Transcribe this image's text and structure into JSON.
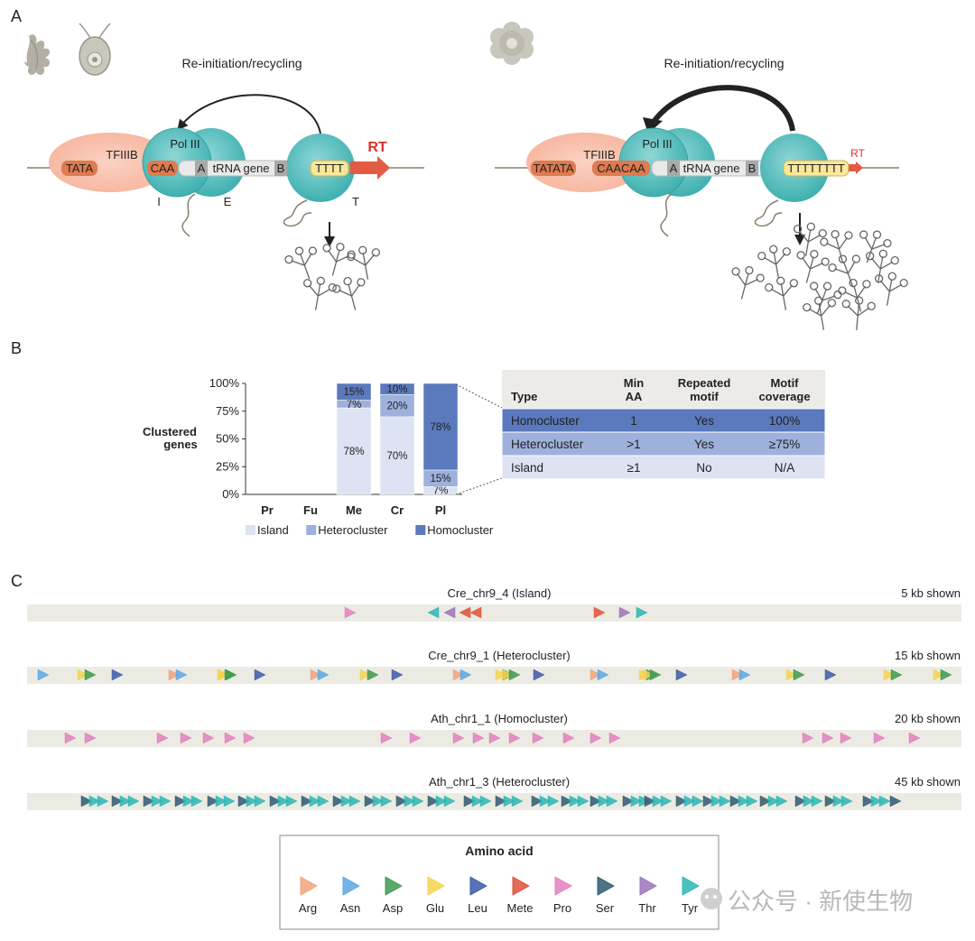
{
  "panels": {
    "a": "A",
    "b": "B",
    "c": "C"
  },
  "panel_a": {
    "left": {
      "recycle_label": "Re-initiation/recycling",
      "tfiiib": "TFIIIB",
      "tata": "TATA",
      "caa": "CAA",
      "pol": "Pol III",
      "box_a": "A",
      "trna_gene": "tRNA gene",
      "box_b": "B",
      "tttt": "TTTT",
      "rt": "RT",
      "label_i": "I",
      "label_e": "E",
      "label_t": "T"
    },
    "right": {
      "recycle_label": "Re-initiation/recycling",
      "tfiiib": "TFIIIB",
      "tata": "TATATA",
      "caa": "CAACAA",
      "pol": "Pol III",
      "box_a": "A",
      "trna_gene": "tRNA gene",
      "box_b": "B",
      "tttt": "TTTTTTTT",
      "rt": "RT"
    }
  },
  "panel_b": {
    "chart_data": {
      "type": "bar",
      "stacked": true,
      "ylabel": "Clustered genes",
      "ylim": [
        0,
        100
      ],
      "yticks": [
        "0%",
        "25%",
        "50%",
        "75%",
        "100%"
      ],
      "categories": [
        "Pr",
        "Fu",
        "Me",
        "Cr",
        "Pl"
      ],
      "series": [
        {
          "name": "Island",
          "color": "#dde3f2",
          "values": [
            0,
            0,
            78,
            70,
            7
          ]
        },
        {
          "name": "Heterocluster",
          "color": "#9db1dc",
          "values": [
            0,
            0,
            7,
            20,
            15
          ]
        },
        {
          "name": "Homocluster",
          "color": "#5b79bd",
          "values": [
            0,
            0,
            15,
            10,
            78
          ]
        }
      ],
      "data_labels": [
        {
          "category": "Me",
          "series": "Homocluster",
          "text": "15%"
        },
        {
          "category": "Me",
          "series": "Heterocluster",
          "text": "7%"
        },
        {
          "category": "Me",
          "series": "Island",
          "text": "78%"
        },
        {
          "category": "Cr",
          "series": "Homocluster",
          "text": "10%"
        },
        {
          "category": "Cr",
          "series": "Heterocluster",
          "text": "20%"
        },
        {
          "category": "Cr",
          "series": "Island",
          "text": "70%"
        },
        {
          "category": "Pl",
          "series": "Homocluster",
          "text": "78%"
        },
        {
          "category": "Pl",
          "series": "Heterocluster",
          "text": "15%"
        },
        {
          "category": "Pl",
          "series": "Island",
          "text": "7%"
        }
      ],
      "legend_position": "bottom"
    },
    "table": {
      "headers": [
        "Type",
        "Min AA",
        "Repeated motif",
        "Motif coverage"
      ],
      "rows": [
        {
          "type": "Homocluster",
          "min_aa": "1",
          "repeated": "Yes",
          "coverage": "100%",
          "color": "#5b79bd"
        },
        {
          "type": "Heterocluster",
          "min_aa": ">1",
          "repeated": "Yes",
          "coverage": "≥75%",
          "color": "#9db1dc"
        },
        {
          "type": "Island",
          "min_aa": "≥1",
          "repeated": "No",
          "coverage": "N/A",
          "color": "#dde3f2"
        }
      ]
    }
  },
  "panel_c": {
    "tracks": [
      {
        "title": "Cre_chr9_4",
        "type": "(Island)",
        "span": "5 kb shown"
      },
      {
        "title": "Cre_chr9_1",
        "type": "(Heterocluster)",
        "span": "15 kb shown"
      },
      {
        "title": "Ath_chr1_1",
        "type": "(Homocluster)",
        "span": "20 kb shown"
      },
      {
        "title": "Ath_chr1_3",
        "type": "(Heterocluster)",
        "span": "45 kb shown"
      }
    ],
    "legend": {
      "title": "Amino acid",
      "items": [
        {
          "name": "Arg",
          "color": "#f2a27c"
        },
        {
          "name": "Asn",
          "color": "#5aa8e3"
        },
        {
          "name": "Asp",
          "color": "#3e9a4e"
        },
        {
          "name": "Glu",
          "color": "#f5d34e"
        },
        {
          "name": "Leu",
          "color": "#3a5ba8"
        },
        {
          "name": "Mete",
          "color": "#e0503a"
        },
        {
          "name": "Pro",
          "color": "#e37fc0"
        },
        {
          "name": "Ser",
          "color": "#2f5a6e"
        },
        {
          "name": "Thr",
          "color": "#9a74b8"
        },
        {
          "name": "Tyr",
          "color": "#2bb6b4"
        }
      ]
    }
  },
  "watermark": "公众号 · 新使生物"
}
